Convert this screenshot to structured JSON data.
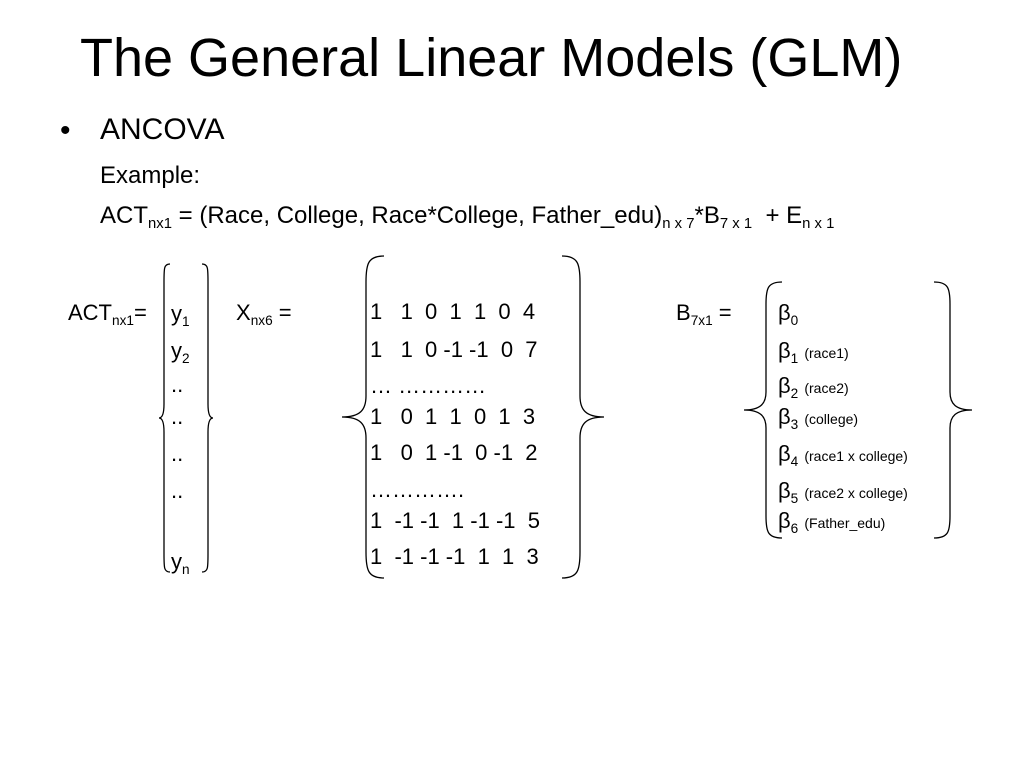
{
  "slide": {
    "title": "The General Linear Models (GLM)",
    "bullet": {
      "marker": "•",
      "heading": "ANCOVA",
      "example_label": "Example:",
      "equation": {
        "lhs": "ACT",
        "lhs_sub": "nx1",
        "equals": " = (Race, College, Race*College, Father_edu)",
        "x_sub": "n x 7",
        "times": "*B",
        "b_sub": "7 x 1",
        "plus": "  + E",
        "e_sub": "n x 1"
      }
    },
    "y_vector": {
      "label": "ACT",
      "label_sub": "nx1",
      "label_eq": "=",
      "entries": [
        {
          "main": "y",
          "sub": "1"
        },
        {
          "main": "y",
          "sub": "2"
        },
        {
          "main": "..",
          "sub": ""
        },
        {
          "main": "..",
          "sub": ""
        },
        {
          "main": "..",
          "sub": ""
        },
        {
          "main": "..",
          "sub": ""
        },
        {
          "main": "y",
          "sub": "n"
        }
      ]
    },
    "x_matrix": {
      "label": "X",
      "label_sub": "nx6",
      "label_eq": " =",
      "rows": [
        "1   1  0  1  1  0  4",
        "1   1  0 -1 -1  0  7",
        "… …………",
        "1   0  1  1  0  1  3",
        "1   0  1 -1  0 -1  2",
        "………….",
        "1  -1 -1  1 -1 -1  5",
        "1  -1 -1 -1  1  1  3"
      ]
    },
    "b_vector": {
      "label": "B",
      "label_sub": "7x1",
      "label_eq": " =",
      "entries": [
        {
          "main": "β",
          "sub": "0",
          "note": ""
        },
        {
          "main": "β",
          "sub": "1",
          "note": "(race1)"
        },
        {
          "main": "β",
          "sub": "2",
          "note": "(race2)"
        },
        {
          "main": "β",
          "sub": "3",
          "note": "(college)"
        },
        {
          "main": "β",
          "sub": "4",
          "note": "(race1 x college)"
        },
        {
          "main": "β",
          "sub": "5",
          "note": "(race2 x college)"
        },
        {
          "main": "β",
          "sub": "6",
          "note": "(Father_edu)"
        }
      ]
    }
  }
}
